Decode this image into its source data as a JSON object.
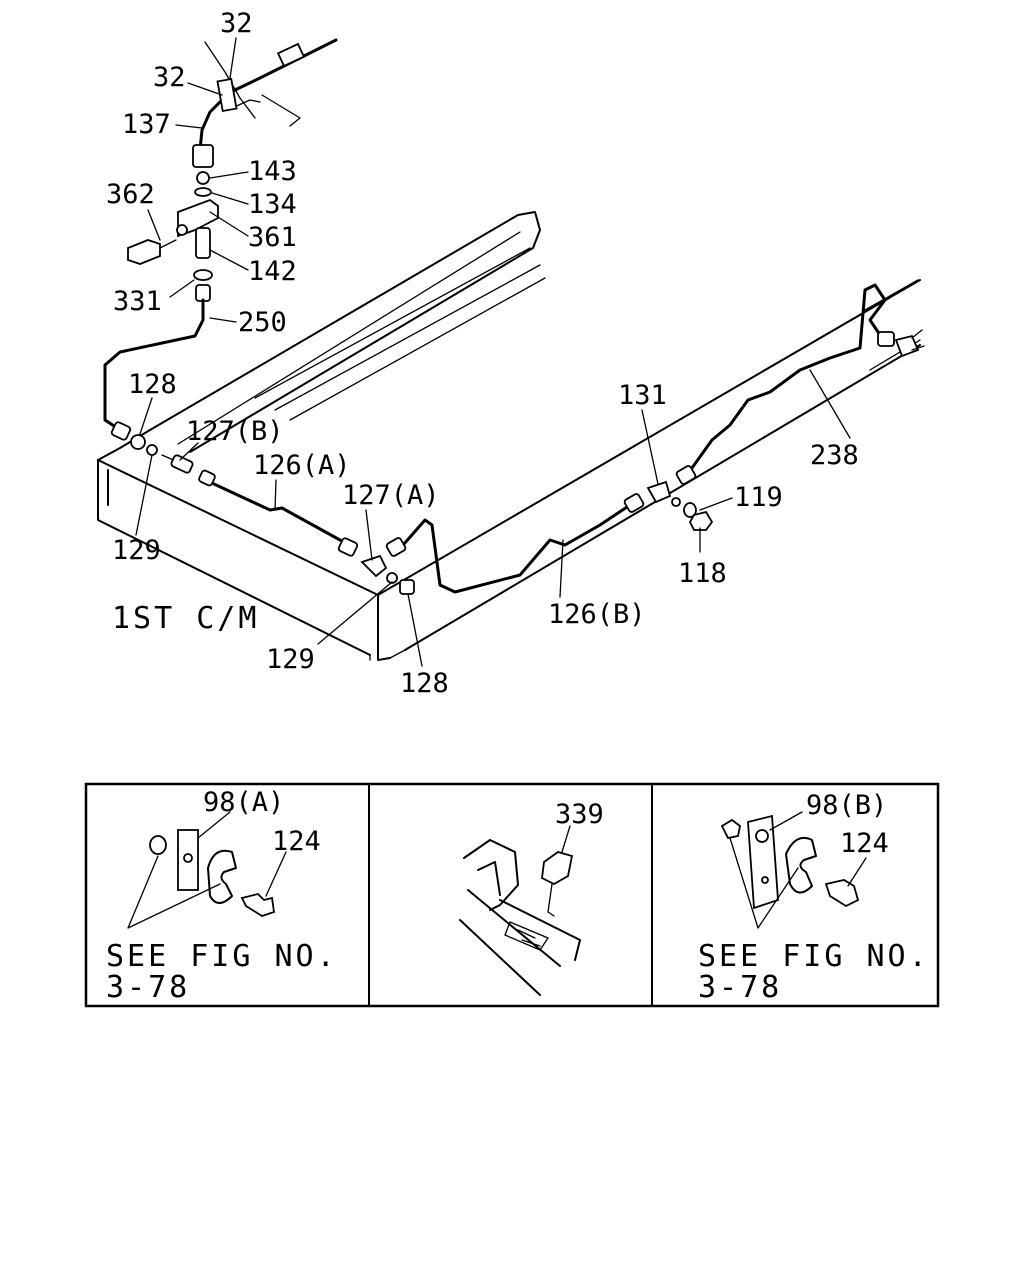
{
  "main_labels": {
    "p32a": "32",
    "p32b": "32",
    "p137": "137",
    "p143": "143",
    "p134": "134",
    "p362": "362",
    "p361": "361",
    "p142": "142",
    "p331": "331",
    "p250": "250",
    "p128a": "128",
    "p127b": "127(B)",
    "p126a": "126(A)",
    "p127a": "127(A)",
    "p131": "131",
    "p238": "238",
    "p119": "119",
    "p118": "118",
    "p129a": "129",
    "p126b": "126(B)",
    "p129b": "129",
    "p128b": "128",
    "caption": "1ST C/M"
  },
  "inset_left": {
    "label_98a": "98(A)",
    "label_124": "124",
    "see_line1": "SEE FIG NO.",
    "see_line2": "3-78"
  },
  "inset_middle": {
    "label_339": "339"
  },
  "inset_right": {
    "label_98b": "98(B)",
    "label_124": "124",
    "see_line1": "SEE FIG NO.",
    "see_line2": "3-78"
  }
}
